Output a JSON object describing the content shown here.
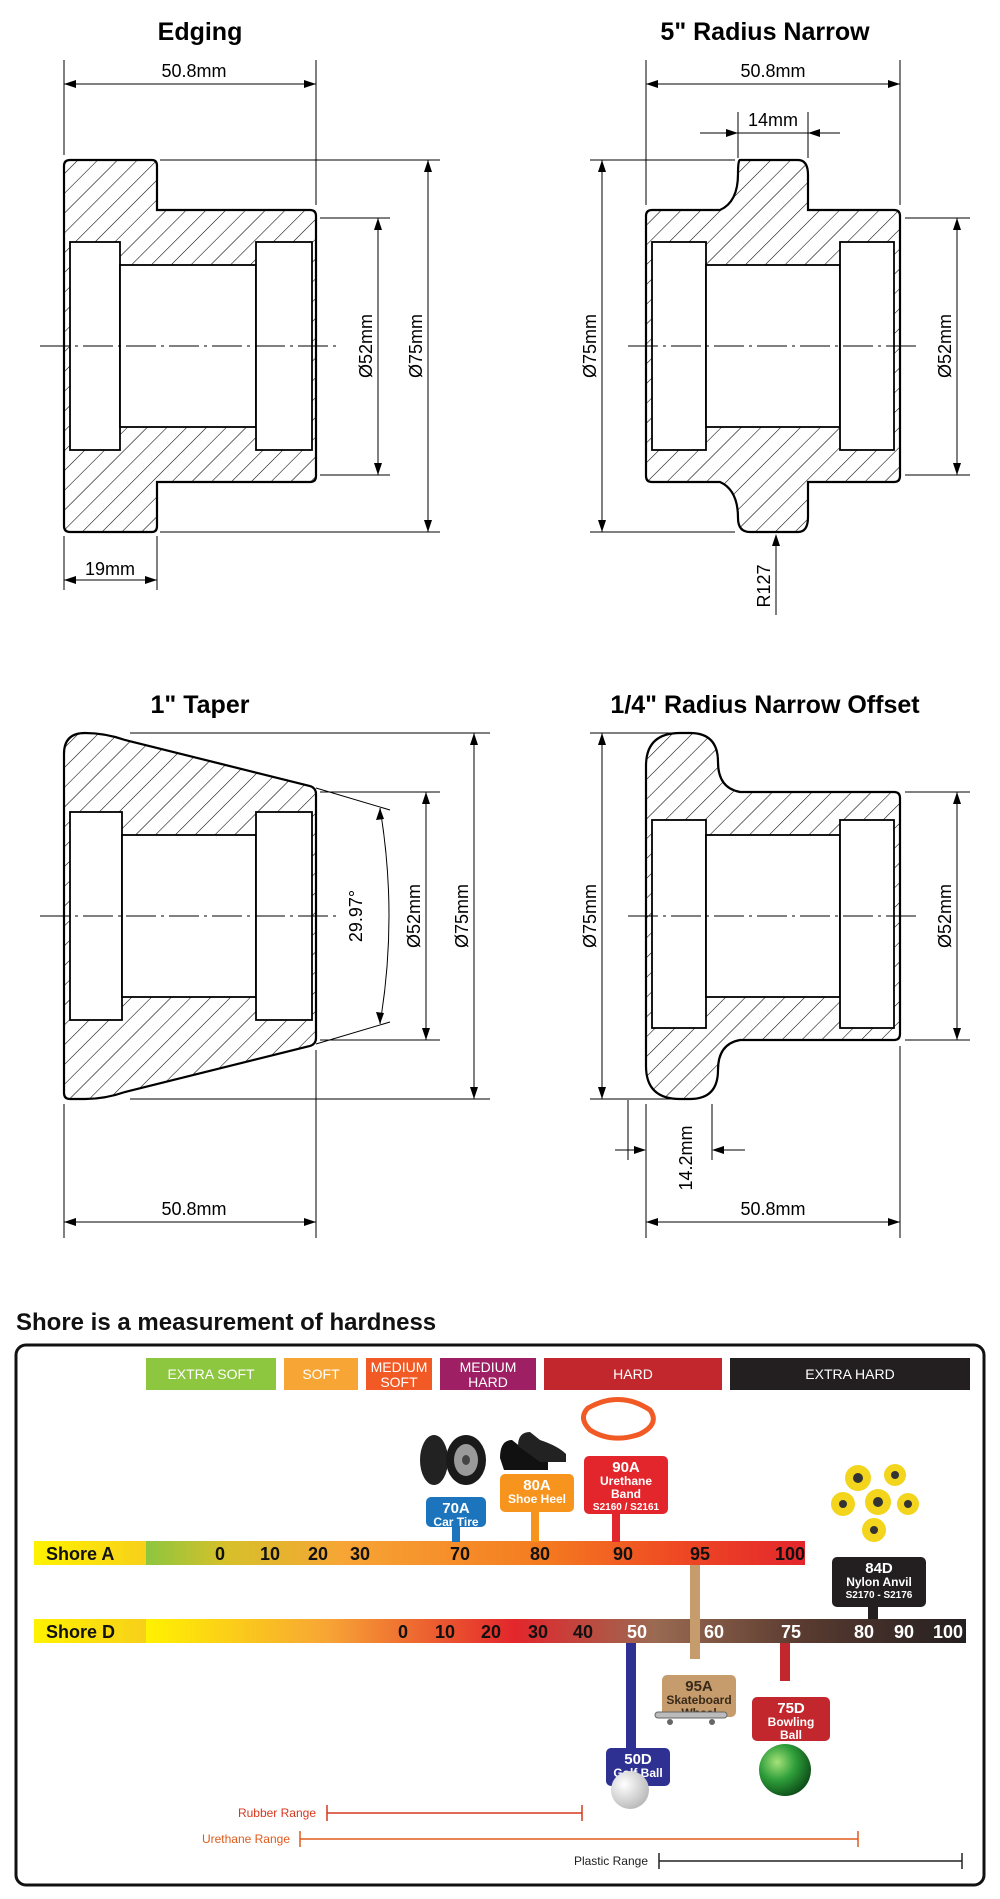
{
  "drawings": [
    {
      "title": "Edging",
      "dims": {
        "width": "50.8mm",
        "bore": "Ø52mm",
        "outer": "Ø75mm",
        "step": "19mm"
      }
    },
    {
      "title": "5\" Radius Narrow",
      "dims": {
        "width": "50.8mm",
        "flange": "14mm",
        "outer": "Ø75mm",
        "bore": "Ø52mm",
        "radius": "R127"
      }
    },
    {
      "title": "1\" Taper",
      "dims": {
        "angle": "29.97°",
        "bore": "Ø52mm",
        "outer": "Ø75mm",
        "width": "50.8mm"
      }
    },
    {
      "title": "1/4\" Radius Narrow Offset",
      "dims": {
        "outer": "Ø75mm",
        "bore": "Ø52mm",
        "offset": "14.2mm",
        "width": "50.8mm"
      }
    }
  ],
  "shore": {
    "heading": "Shore is a measurement of hardness",
    "categories": [
      {
        "lines": [
          "EXTRA SOFT"
        ],
        "color": "#8dc63f"
      },
      {
        "lines": [
          "SOFT"
        ],
        "color": "#f7a535"
      },
      {
        "lines": [
          "MEDIUM",
          "SOFT"
        ],
        "color": "#f15a24"
      },
      {
        "lines": [
          "MEDIUM",
          "HARD"
        ],
        "color": "#9e1f63"
      },
      {
        "lines": [
          "HARD"
        ],
        "color": "#c1272d"
      },
      {
        "lines": [
          "EXTRA HARD"
        ],
        "color": "#231f20"
      }
    ],
    "scale_a": {
      "label": "Shore A",
      "ticks": [
        "0",
        "10",
        "20",
        "30",
        "70",
        "80",
        "90",
        "95",
        "100"
      ]
    },
    "scale_d": {
      "label": "Shore D",
      "ticks": [
        "0",
        "10",
        "20",
        "30",
        "40",
        "50",
        "60",
        "75",
        "80",
        "90",
        "100"
      ]
    },
    "examples": [
      {
        "value": "70A",
        "name": [
          "Car Tire"
        ],
        "color": "#1c75bc",
        "icon": "car-tire-icon"
      },
      {
        "value": "80A",
        "name": [
          "Shoe Heel"
        ],
        "color": "#f7941d",
        "icon": "shoe-icon"
      },
      {
        "value": "90A",
        "name": [
          "Urethane",
          "Band"
        ],
        "sub": "S2160 / S2161",
        "color": "#e3262c",
        "icon": "urethane-band-icon"
      },
      {
        "value": "84D",
        "name": [
          "Nylon Anvil"
        ],
        "sub": "S2170 - S2176",
        "color": "#231f20",
        "icon": "nylon-wheels-icon"
      },
      {
        "value": "95A",
        "name": [
          "Skateboard",
          "Wheel"
        ],
        "color": "#c69c6d",
        "text_color": "#3a2a1a",
        "icon": "skateboard-icon"
      },
      {
        "value": "75D",
        "name": [
          "Bowling",
          "Ball"
        ],
        "color": "#c1272d",
        "icon": "bowling-ball-icon"
      },
      {
        "value": "50D",
        "name": [
          "Golf Ball"
        ],
        "color": "#2e3192",
        "icon": "golf-ball-icon"
      }
    ],
    "ranges": [
      {
        "label": "Rubber Range",
        "color": "#d7381e"
      },
      {
        "label": "Urethane Range",
        "color": "#e05a1a"
      },
      {
        "label": "Plastic Range",
        "color": "#222222"
      }
    ]
  }
}
